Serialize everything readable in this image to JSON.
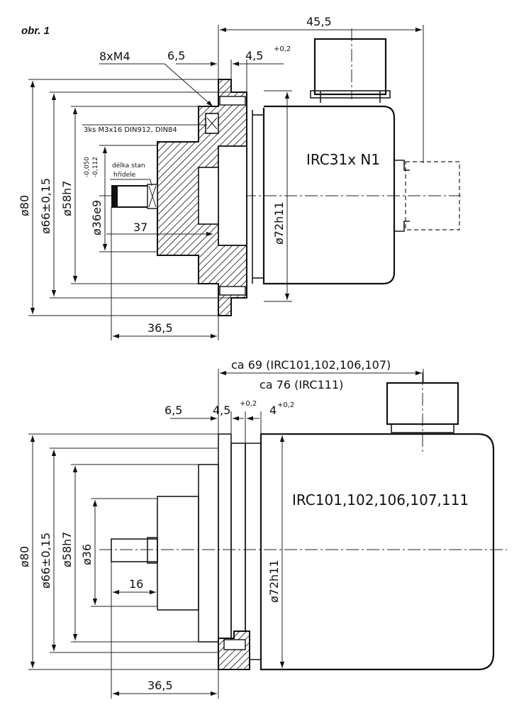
{
  "figure_label": "obr. 1",
  "top": {
    "model_label": "IRC31x N1",
    "dim_45_5": "45,5",
    "dim_6_5": "6,5",
    "dim_4_5": "4,5",
    "dim_4_5_tol": "+0,2",
    "thread_label": "8xM4",
    "screw_label": "3ks M3x16 DIN912, DIN84",
    "shaft_length_label_1": "délka stan",
    "shaft_length_label_2": "hřídele",
    "tol_upper": "-0,050",
    "tol_lower": "-0,112",
    "dia_80": "ø80",
    "dia_66": "ø66±0,15",
    "dia_58": "ø58h7",
    "dia_36": "ø36e9",
    "dia_72": "ø72h11",
    "dim_37": "37",
    "dim_36_5": "36,5"
  },
  "bottom": {
    "model_label": "IRC101,102,106,107,111",
    "ca_69": "ca 69 (IRC101,102,106,107)",
    "ca_76": "ca 76 (IRC111)",
    "dim_6_5": "6,5",
    "dim_4_5": "4,5",
    "dim_4_5_tol": "+0,2",
    "dim_4": "4",
    "dim_4_tol": "+0,2",
    "dia_80": "ø80",
    "dia_66": "ø66±0,15",
    "dia_58": "ø58h7",
    "dia_36": "ø36",
    "dia_72": "ø72h11",
    "dim_16": "16",
    "dim_36_5": "36,5"
  }
}
